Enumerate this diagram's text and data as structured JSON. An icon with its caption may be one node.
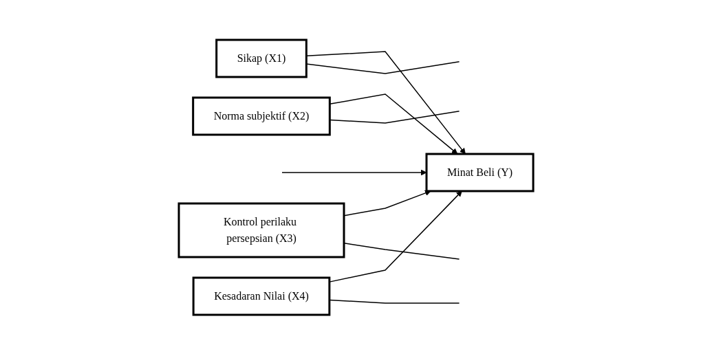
{
  "diagram": {
    "nodes": [
      {
        "text": [
          "Sikap (X1)"
        ]
      },
      {
        "text": [
          "Norma subjektif (X2)"
        ]
      },
      {
        "text": [
          "Kontrol perilaku persepsian (X3)"
        ]
      },
      {
        "text": [
          "Kesadaran Nilai (X4)"
        ]
      },
      {
        "text": [
          "Minat Beli (Y)"
        ]
      }
    ],
    "edges": [
      {
        "from": 0,
        "to": 4,
        "arrow": "to"
      },
      {
        "from": 1,
        "to": 4,
        "arrow": "to"
      },
      {
        "from": 2,
        "to": 4,
        "arrow": "to"
      },
      {
        "from": 3,
        "to": 4,
        "arrow": "to"
      },
      {
        "from": 0,
        "to": null,
        "arrow": "none"
      },
      {
        "from": 1,
        "to": null,
        "arrow": "none"
      },
      {
        "from": 2,
        "to": null,
        "arrow": "none"
      },
      {
        "from": 3,
        "to": null,
        "arrow": "none"
      },
      {
        "from": null,
        "to": 4,
        "arrow": "to"
      }
    ]
  }
}
